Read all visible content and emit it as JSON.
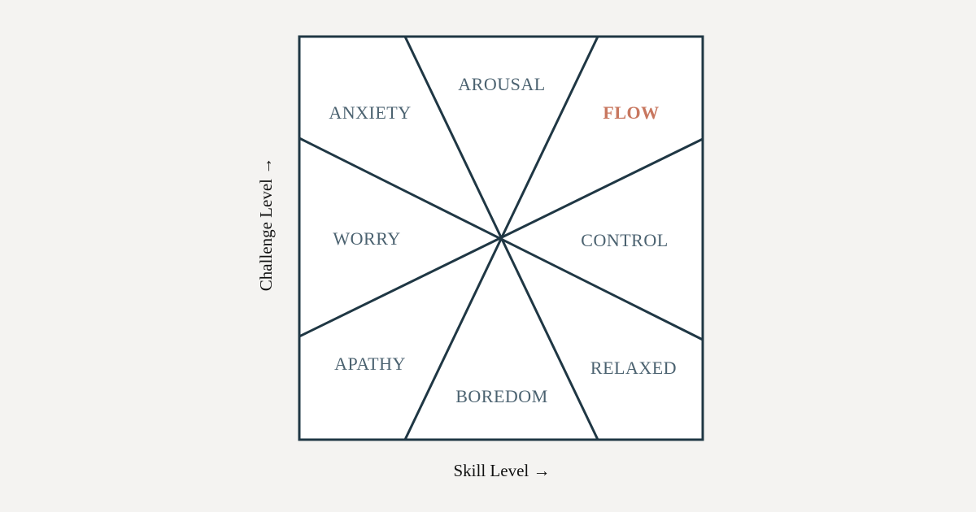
{
  "axes": {
    "x_label": "Skill Level →",
    "y_label": "Challenge Level →"
  },
  "regions": {
    "arousal": "AROUSAL",
    "anxiety": "ANXIETY",
    "flow": "FLOW",
    "worry": "WORRY",
    "control": "CONTROL",
    "apathy": "APATHY",
    "relaxed": "RELAXED",
    "boredom": "BOREDOM"
  },
  "colors": {
    "background": "#f4f3f1",
    "panel": "#ffffff",
    "line": "#1f3744",
    "label": "#4b6270",
    "highlight": "#c8775f",
    "axis_text": "#111111"
  }
}
